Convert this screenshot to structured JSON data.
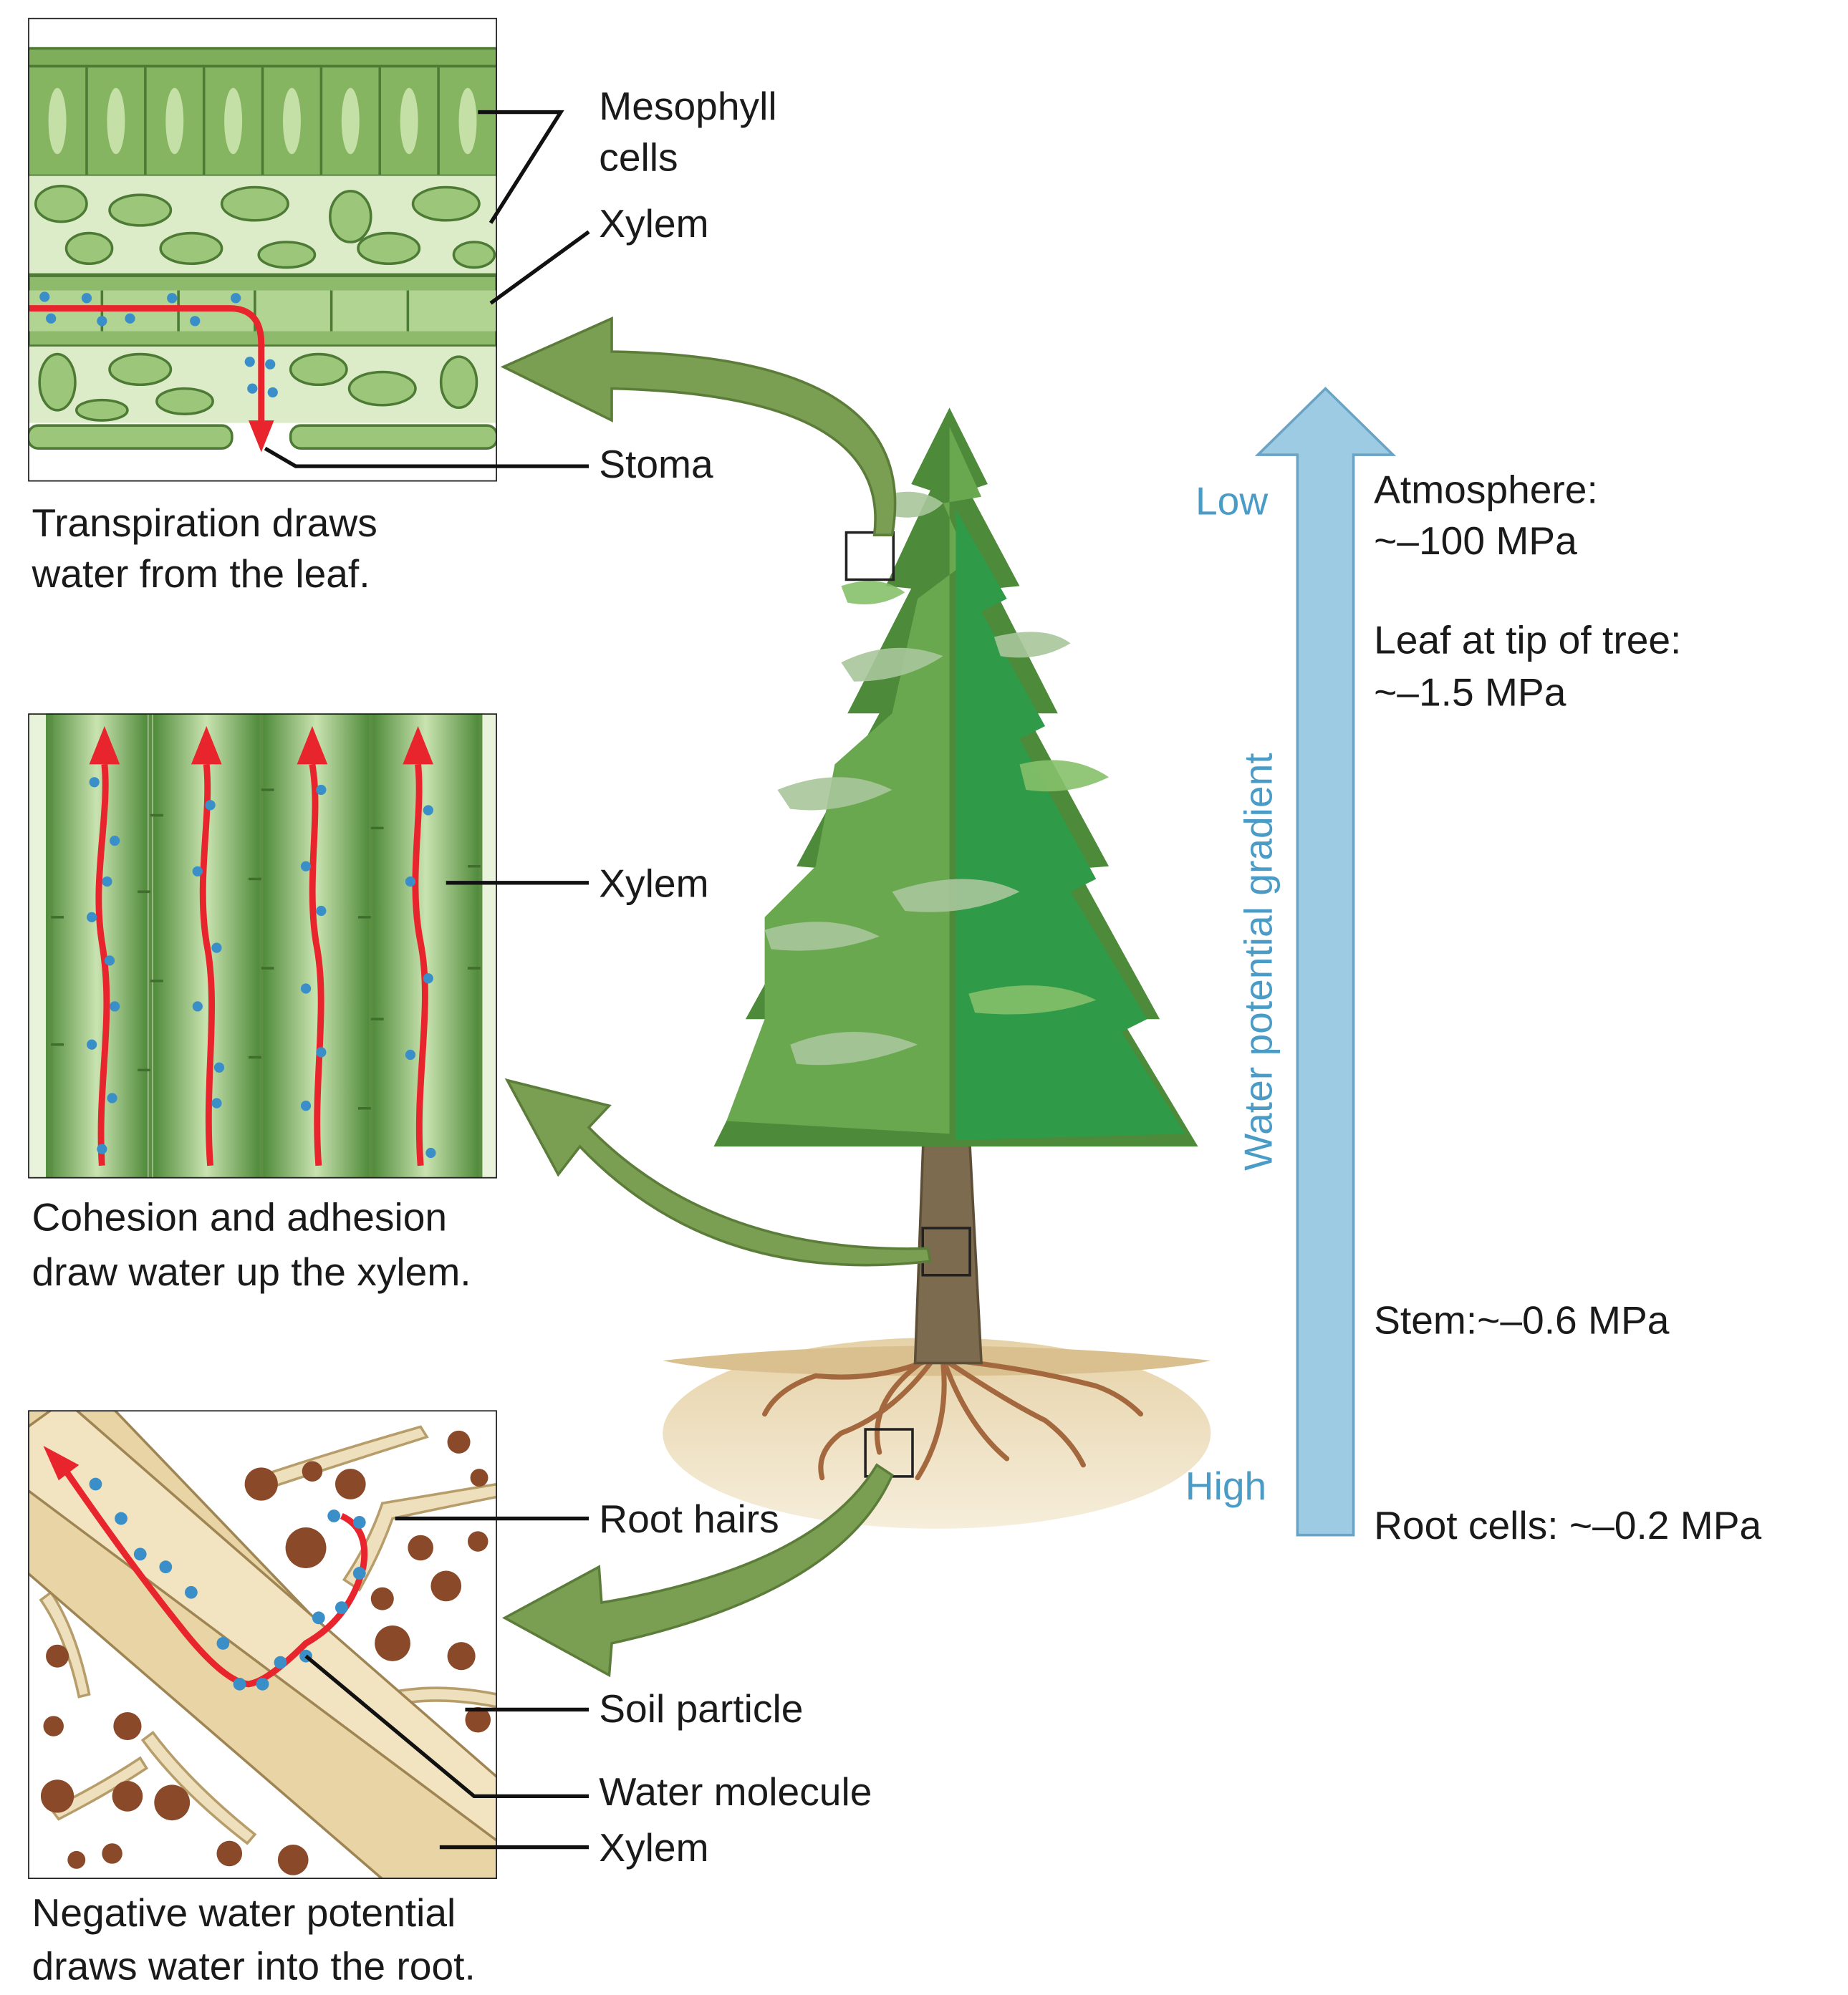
{
  "panels": {
    "leaf": {
      "caption_line1": "Transpiration draws",
      "caption_line2": "water from the leaf.",
      "labels": {
        "mesophyll_line1": "Mesophyll",
        "mesophyll_line2": "cells",
        "xylem": "Xylem",
        "stoma": "Stoma"
      }
    },
    "stem": {
      "caption_line1": "Cohesion and adhesion",
      "caption_line2": "draw water up the xylem.",
      "labels": {
        "xylem": "Xylem"
      }
    },
    "root": {
      "caption_line1": "Negative water potential",
      "caption_line2": "draws water into the root.",
      "labels": {
        "root_hairs": "Root hairs",
        "soil_particle": "Soil particle",
        "water_molecule": "Water molecule",
        "xylem": "Xylem"
      }
    }
  },
  "gradient": {
    "title": "Water potential gradient",
    "low": "Low",
    "high": "High",
    "levels": [
      {
        "name": "Atmosphere:",
        "value": "~–100 MPa"
      },
      {
        "name": "Leaf at tip of tree:",
        "value": "~–1.5 MPa"
      },
      {
        "name": "Stem:",
        "value": "~–0.6 MPa",
        "joined": "Stem:~–0.6 MPa"
      },
      {
        "name": "Root cells:",
        "value": "~–0.2 MPa",
        "joined": "Root cells: ~–0.2 MPa"
      }
    ]
  },
  "colors": {
    "water_path": "#e8242c",
    "water_molecule": "#3a8fc9",
    "gradient_arrow": "#9dcbe3",
    "callout_arrow": "#7a9e52",
    "leaf_green": "#8fb86a",
    "soil": "#8a4a2a"
  }
}
